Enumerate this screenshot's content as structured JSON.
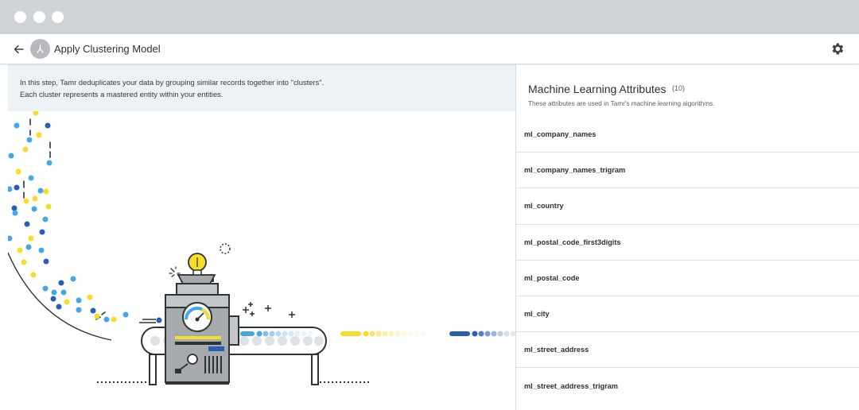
{
  "window": {
    "buttons": [
      "close",
      "minimize",
      "maximize"
    ]
  },
  "header": {
    "title": "Apply Clustering Model",
    "back_icon": "arrow-left-icon",
    "avatar_icon": "merge-icon",
    "settings_icon": "gear-icon"
  },
  "intro": {
    "line1": "In this step, Tamr deduplicates your data by grouping similar records together into \"clusters\".",
    "line2": "Each cluster represents a mastered entity within your entities."
  },
  "attributes_panel": {
    "title": "Machine Learning Attributes",
    "count": "(10)",
    "subtitle": "These attributes are used in Tamr's machine learning algorithms.",
    "items": [
      "ml_company_names",
      "ml_company_names_trigram",
      "ml_country",
      "ml_postal_code_first3digits",
      "ml_postal_code",
      "ml_city",
      "ml_street_address",
      "ml_street_address_trigram"
    ]
  },
  "colors": {
    "chrome": "#cfd2d6",
    "intro_bg": "#edf2f7",
    "yellow": "#f7dc2a",
    "light_blue": "#44a8e6",
    "dark_blue": "#2a5db5",
    "machine_gray": "#a6aaad",
    "outline": "#2d3338"
  }
}
